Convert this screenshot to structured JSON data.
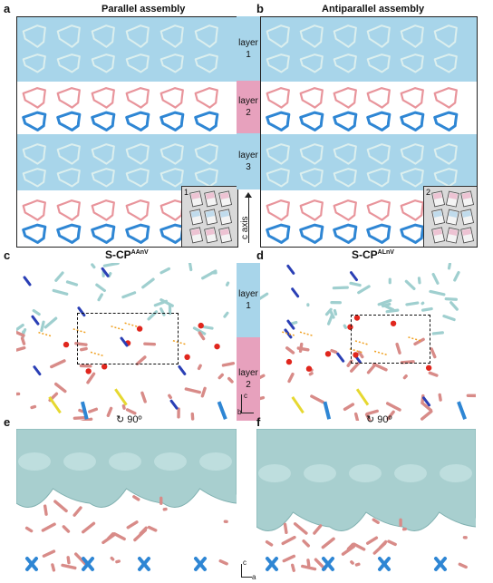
{
  "panels": {
    "a": {
      "letter": "a",
      "title": "Parallel assembly"
    },
    "b": {
      "letter": "b",
      "title": "Antiparallel assembly"
    },
    "c": {
      "letter": "c",
      "title_prefix": "S-CP",
      "title_sup": "AAnV"
    },
    "d": {
      "letter": "d",
      "title_prefix": "S-CP",
      "title_sup": "ALnV"
    },
    "e": {
      "letter": "e",
      "rotation": "90º"
    },
    "f": {
      "letter": "f",
      "rotation": "90º"
    }
  },
  "layers": {
    "layer1": {
      "line1": "layer",
      "line2": "1"
    },
    "layer2": {
      "line1": "layer",
      "line2": "2"
    },
    "layer3": {
      "line1": "layer",
      "line2": "3"
    }
  },
  "c_axis": "c axis",
  "insets": {
    "a": "1",
    "b": "2"
  },
  "axes_ab": {
    "c": "c",
    "b": "b"
  },
  "axes_ca": {
    "c": "c",
    "a": "a"
  },
  "colors": {
    "layer_blue": "#a8d5ea",
    "layer_pink": "#e7a1bd",
    "pink_ring": "#e8949b",
    "blue_ring": "#2e86d4",
    "pale_ring": "#dcefee",
    "surface": "#a8cfcf",
    "pink_stick": "#d88b88",
    "teal_stick": "#9fcfcf",
    "inset_bg": "#d9d9d9"
  }
}
